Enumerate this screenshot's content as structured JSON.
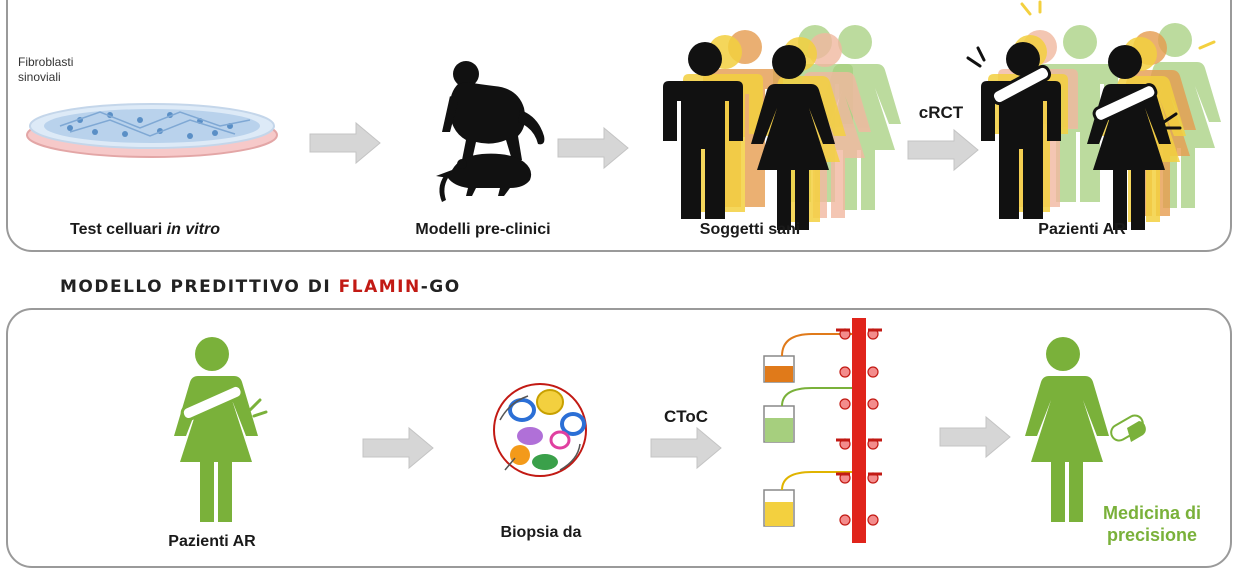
{
  "current_model": {
    "stages": [
      {
        "label_prefix": "Test celluari ",
        "label_emph": "in vitro",
        "dish_caption_line1": "Fibroblasti",
        "dish_caption_line2": "sinoviali"
      },
      {
        "label": "Modelli pre-clinici"
      },
      {
        "label": "Soggetti sani"
      },
      {
        "label": "Pazienti AR"
      }
    ],
    "arrow_label": "cRCT"
  },
  "predictive_model": {
    "title_prefix": "MODELLO PREDITTIVO DI ",
    "title_brand": "FLAMIN",
    "title_suffix": "-GO",
    "stages": [
      {
        "label": "Pazienti AR"
      },
      {
        "label": "Biopsia da"
      },
      {
        "label": ""
      },
      {
        "label_line1": "Medicina di",
        "label_line2": "precisione"
      }
    ],
    "arrow_label": "CToC"
  },
  "colors": {
    "brand_red": "#c21a14",
    "accent_green": "#7ab13a",
    "figure_black": "#111111",
    "arrow_gray": "#d6d6d6",
    "chip_red": "#e0241b",
    "orange": "#e07a1a",
    "light_green": "#a6cf7e",
    "yellow": "#f3d03f"
  }
}
